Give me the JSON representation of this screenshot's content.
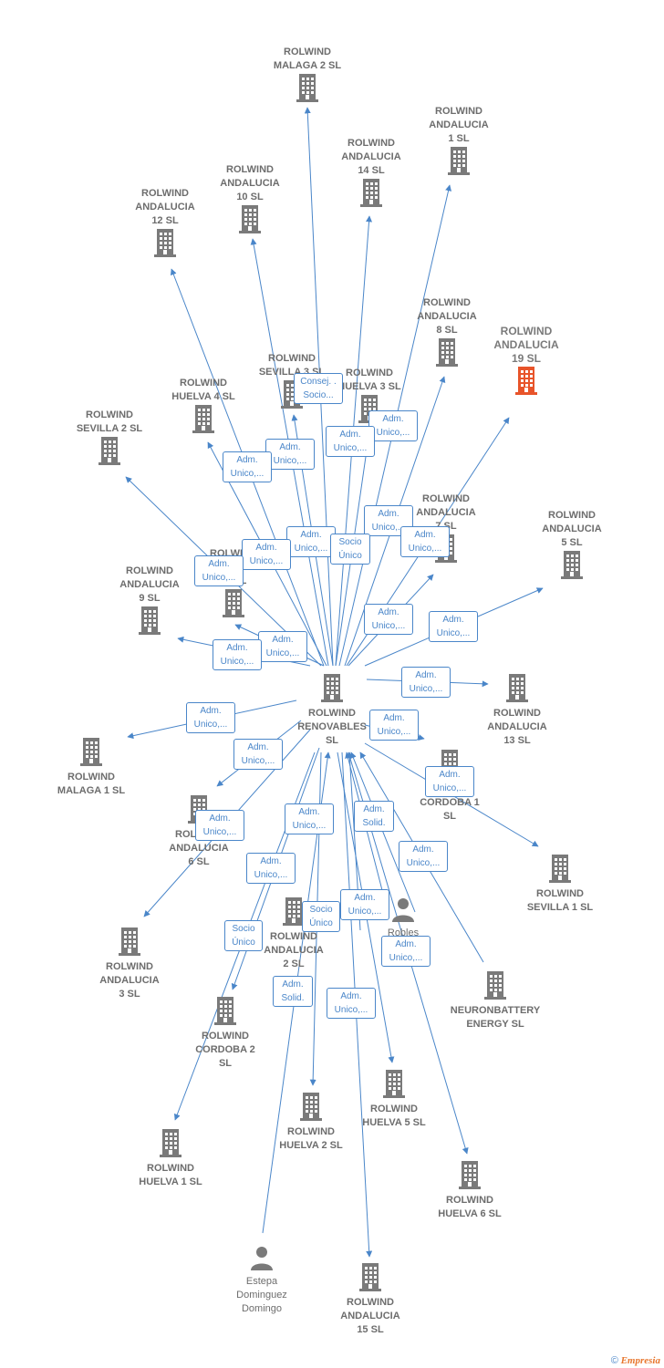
{
  "colors": {
    "edge": "#4a86c9",
    "node": "#7a7a7a",
    "highlight": "#e8542a"
  },
  "nodes": {
    "center": {
      "label": "ROLWIND\nRENOVABLES\nSL",
      "icon": "building-icon"
    },
    "malaga2": {
      "label": "ROLWIND\nMALAGA 2  SL",
      "icon": "building-icon"
    },
    "and1": {
      "label": "ROLWIND\nANDALUCIA\n1  SL",
      "icon": "building-icon"
    },
    "and14": {
      "label": "ROLWIND\nANDALUCIA\n14  SL",
      "icon": "building-icon"
    },
    "and10": {
      "label": "ROLWIND\nANDALUCIA\n10  SL",
      "icon": "building-icon"
    },
    "and12": {
      "label": "ROLWIND\nANDALUCIA\n12  SL",
      "icon": "building-icon"
    },
    "and8": {
      "label": "ROLWIND\nANDALUCIA\n8  SL",
      "icon": "building-icon"
    },
    "and19": {
      "label": "ROLWIND\nANDALUCIA\n19  SL",
      "icon": "building-icon"
    },
    "sevilla3": {
      "label": "ROLWIND\nSEVILLA 3  SL",
      "icon": "building-icon"
    },
    "huelva3": {
      "label": "ROLWIND\nHUELVA 3  SL",
      "icon": "building-icon"
    },
    "huelva4": {
      "label": "ROLWIND\nHUELVA 4  SL",
      "icon": "building-icon"
    },
    "sevilla2": {
      "label": "ROLWIND\nSEVILLA 2  SL",
      "icon": "building-icon"
    },
    "and7": {
      "label": "ROLWIND\nANDALUCIA\n7  SL",
      "icon": "building-icon"
    },
    "and5": {
      "label": "ROLWIND\nANDALUCIA\n5  SL",
      "icon": "building-icon"
    },
    "and11": {
      "label": "ROLWIND\nANDALUCIA\n11  SL",
      "icon": "building-icon"
    },
    "and9": {
      "label": "ROLWIND\nANDALUCIA\n9  SL",
      "icon": "building-icon"
    },
    "and13": {
      "label": "ROLWIND\nANDALUCIA\n13  SL",
      "icon": "building-icon"
    },
    "malaga1": {
      "label": "ROLWIND\nMALAGA 1  SL",
      "icon": "building-icon"
    },
    "cordoba1": {
      "label": "ROLWIND\nCORDOBA 1\nSL",
      "icon": "building-icon"
    },
    "sevilla1": {
      "label": "ROLWIND\nSEVILLA 1  SL",
      "icon": "building-icon"
    },
    "and6": {
      "label": "ROLWIND\nANDALUCIA\n6  SL",
      "icon": "building-icon"
    },
    "and3": {
      "label": "ROLWIND\nANDALUCIA\n3  SL",
      "icon": "building-icon"
    },
    "and2": {
      "label": "ROLWIND\nANDALUCIA\n2  SL",
      "icon": "building-icon"
    },
    "robles": {
      "label": "Robles",
      "icon": "person-icon"
    },
    "neuron": {
      "label": "NEURONBATTERY\nENERGY  SL",
      "icon": "building-icon"
    },
    "cordoba2": {
      "label": "ROLWIND\nCORDOBA 2\nSL",
      "icon": "building-icon"
    },
    "huelva5": {
      "label": "ROLWIND\nHUELVA 5  SL",
      "icon": "building-icon"
    },
    "huelva2": {
      "label": "ROLWIND\nHUELVA 2  SL",
      "icon": "building-icon"
    },
    "huelva1": {
      "label": "ROLWIND\nHUELVA 1  SL",
      "icon": "building-icon"
    },
    "huelva6": {
      "label": "ROLWIND\nHUELVA 6  SL",
      "icon": "building-icon"
    },
    "estepa": {
      "label": "Estepa\nDominguez\nDomingo",
      "icon": "person-icon"
    },
    "and15": {
      "label": "ROLWIND\nANDALUCIA\n15  SL",
      "icon": "building-icon"
    }
  },
  "edge_labels": {
    "l01": "Consej. .\nSocio...",
    "l02": "Adm.\nUnico,...",
    "l03": "Adm.\nUnico,...",
    "l04": "Adm.\nUnico,...",
    "l05": "Adm.\nUnico,...",
    "l06": "Adm.\nUnico,...",
    "l07": "Adm.\nUnico,...",
    "l08": "Adm.\nUnico,...",
    "l09": "Socio\nÚnico",
    "l10": "Adm.\nUnico,...",
    "l11": "Adm.\nUnico,...",
    "l12": "Adm.\nUnico,...",
    "l13": "Adm.\nUnico,...",
    "l14": "Adm.\nUnico,...",
    "l15": "Adm.\nUnico,...",
    "l16": "Adm.\nUnico,...",
    "l17": "Adm.\nUnico,...",
    "l18": "Adm.\nUnico,...",
    "l19": "Adm.\nUnico,...",
    "l20": "Adm.\nUnico,...",
    "l21": "Adm.\nUnico,...",
    "l22": "Adm.\nUnico,...",
    "l23": "Adm.\nSolid.",
    "l24": "Adm.\nUnico,...",
    "l25": "Adm.\nUnico,...",
    "l26": "Socio\nÚnico",
    "l27": "Adm.\nUnico,...",
    "l28": "Socio\nÚnico",
    "l29": "Adm.\nUnico,...",
    "l30": "Adm.\nSolid.",
    "l31": "Adm.\nUnico,..."
  },
  "brand": {
    "copyright": "©",
    "name": "Empresia"
  }
}
